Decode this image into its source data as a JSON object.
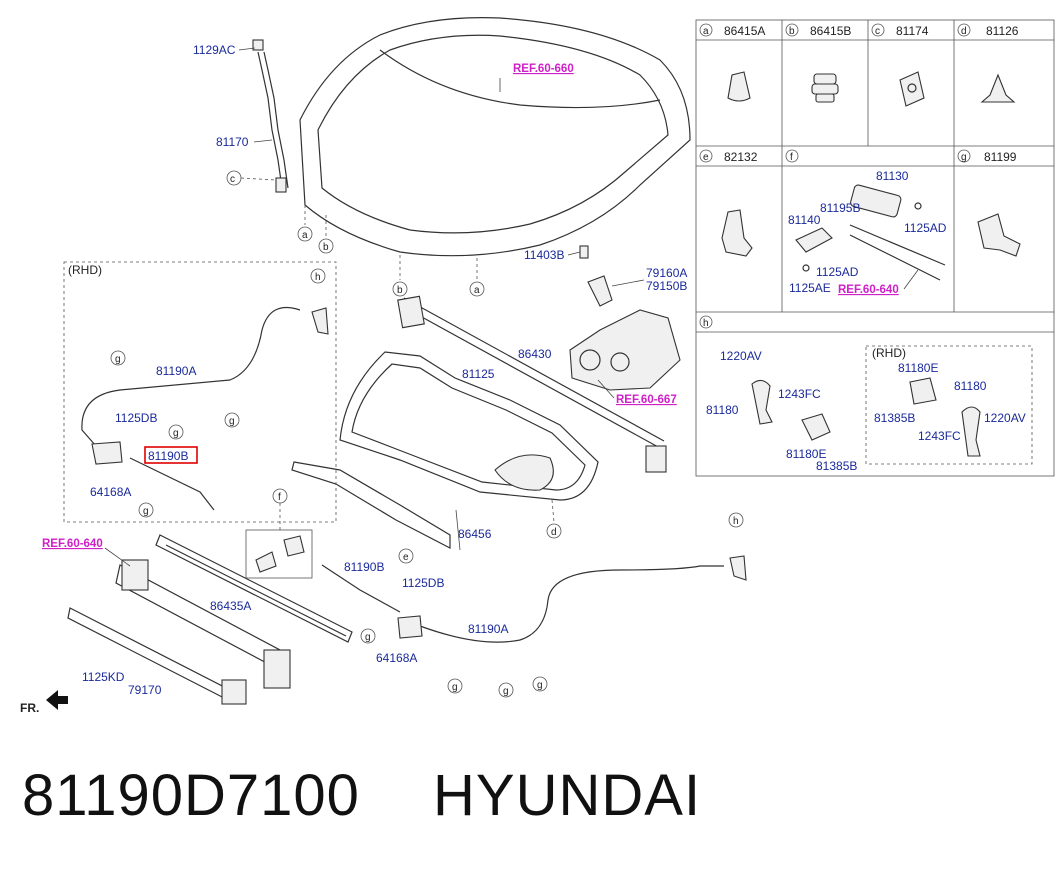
{
  "labels": {
    "p1129AC": "1129AC",
    "p81170": "81170",
    "p86415A": "86415A",
    "p86415B": "86415B",
    "p81174": "81174",
    "p81126": "81126",
    "p82132": "82132",
    "p81199": "81199",
    "p81130": "81130",
    "p81195B": "81195B",
    "p81140": "81140",
    "p1125AD": "1125AD",
    "p1125AD2": "1125AD",
    "p1125AE": "1125AE",
    "p11403B": "11403B",
    "p79160A": "79160A",
    "p79150B": "79150B",
    "p86430": "86430",
    "p81125": "81125",
    "p81190A": "81190A",
    "p1125DB": "1125DB",
    "p81190B_hl": "81190B",
    "p64168A": "64168A",
    "p86456": "86456",
    "p86435A": "86435A",
    "p81190B": "81190B",
    "p1125DB2": "1125DB",
    "p81190A2": "81190A",
    "p64168A2": "64168A",
    "p1125KD": "1125KD",
    "p79170": "79170",
    "p1220AV": "1220AV",
    "p1243FC": "1243FC",
    "p81180": "81180",
    "p81180E": "81180E",
    "p81385B": "81385B",
    "p81180E2": "81180E",
    "p81385B2": "81385B",
    "p81180b": "81180",
    "p1243FC2": "1243FC",
    "p1220AV2": "1220AV"
  },
  "refs": {
    "r60660": "REF.60-660",
    "r60640a": "REF.60-640",
    "r60667": "REF.60-667",
    "r60640b": "REF.60-640"
  },
  "boxes": {
    "rhd_left": "(RHD)",
    "rhd_right": "(RHD)"
  },
  "letters": {
    "a": "a",
    "b": "b",
    "c": "c",
    "d": "d",
    "e": "e",
    "f": "f",
    "g": "g",
    "h": "h"
  },
  "fr": "FR.",
  "footer": {
    "part_number": "81190D7100",
    "brand": "HYUNDAI"
  },
  "highlight_color": "#e00000"
}
